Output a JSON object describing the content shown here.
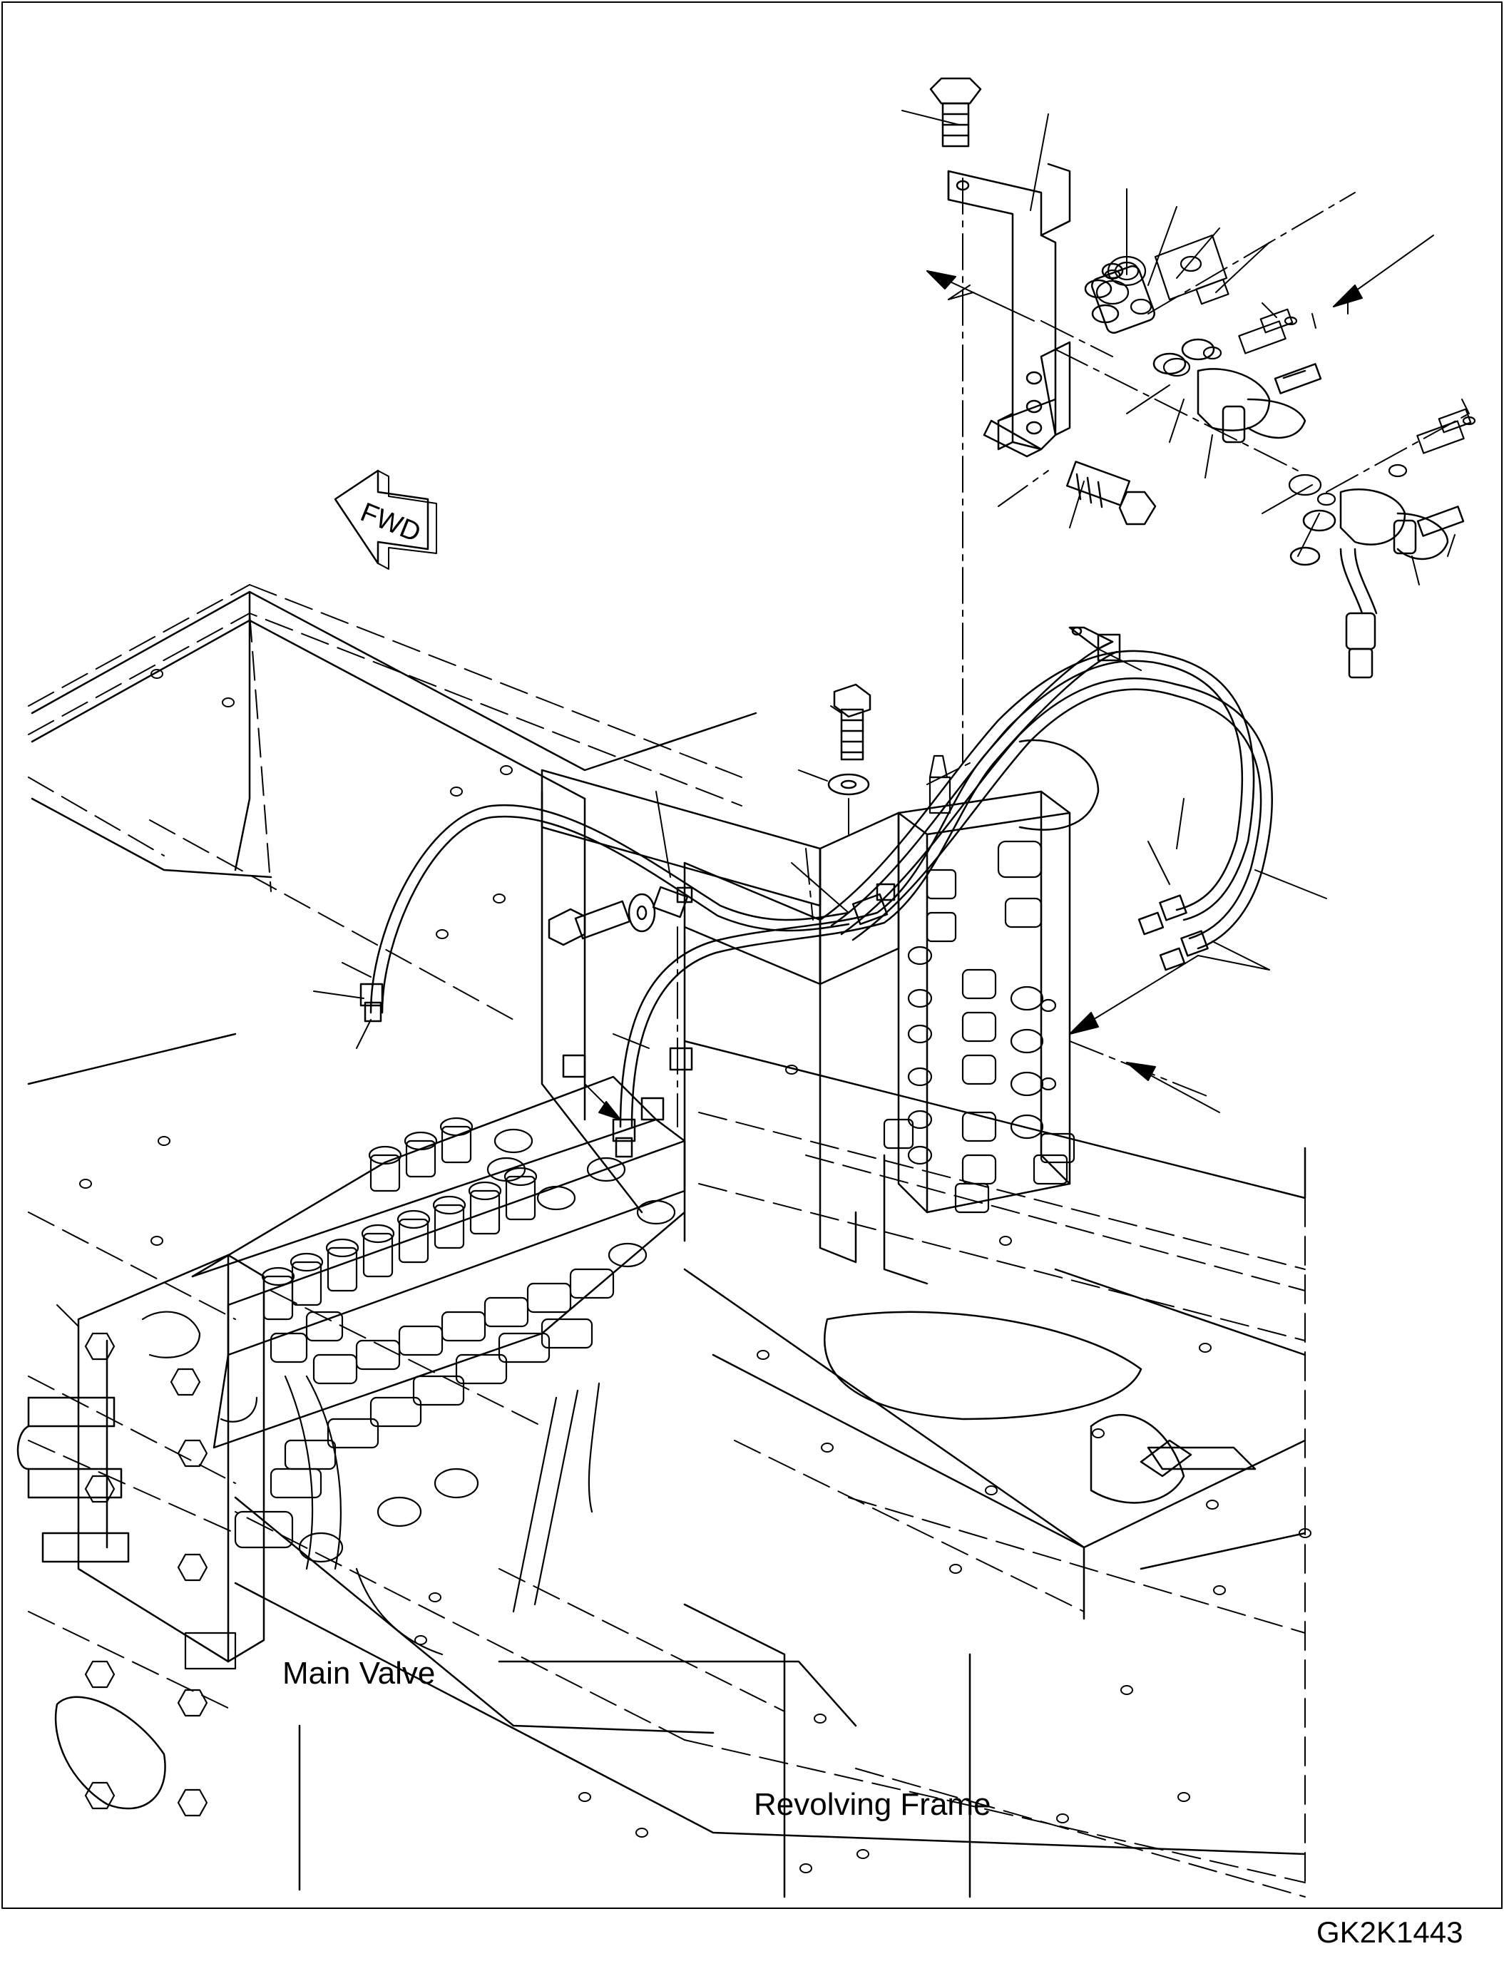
{
  "labels": {
    "main_valve": "Main Valve",
    "revolving_frame": "Revolving Frame",
    "drawing_number": "GK2K1443",
    "fwd_arrow": "FWD"
  }
}
